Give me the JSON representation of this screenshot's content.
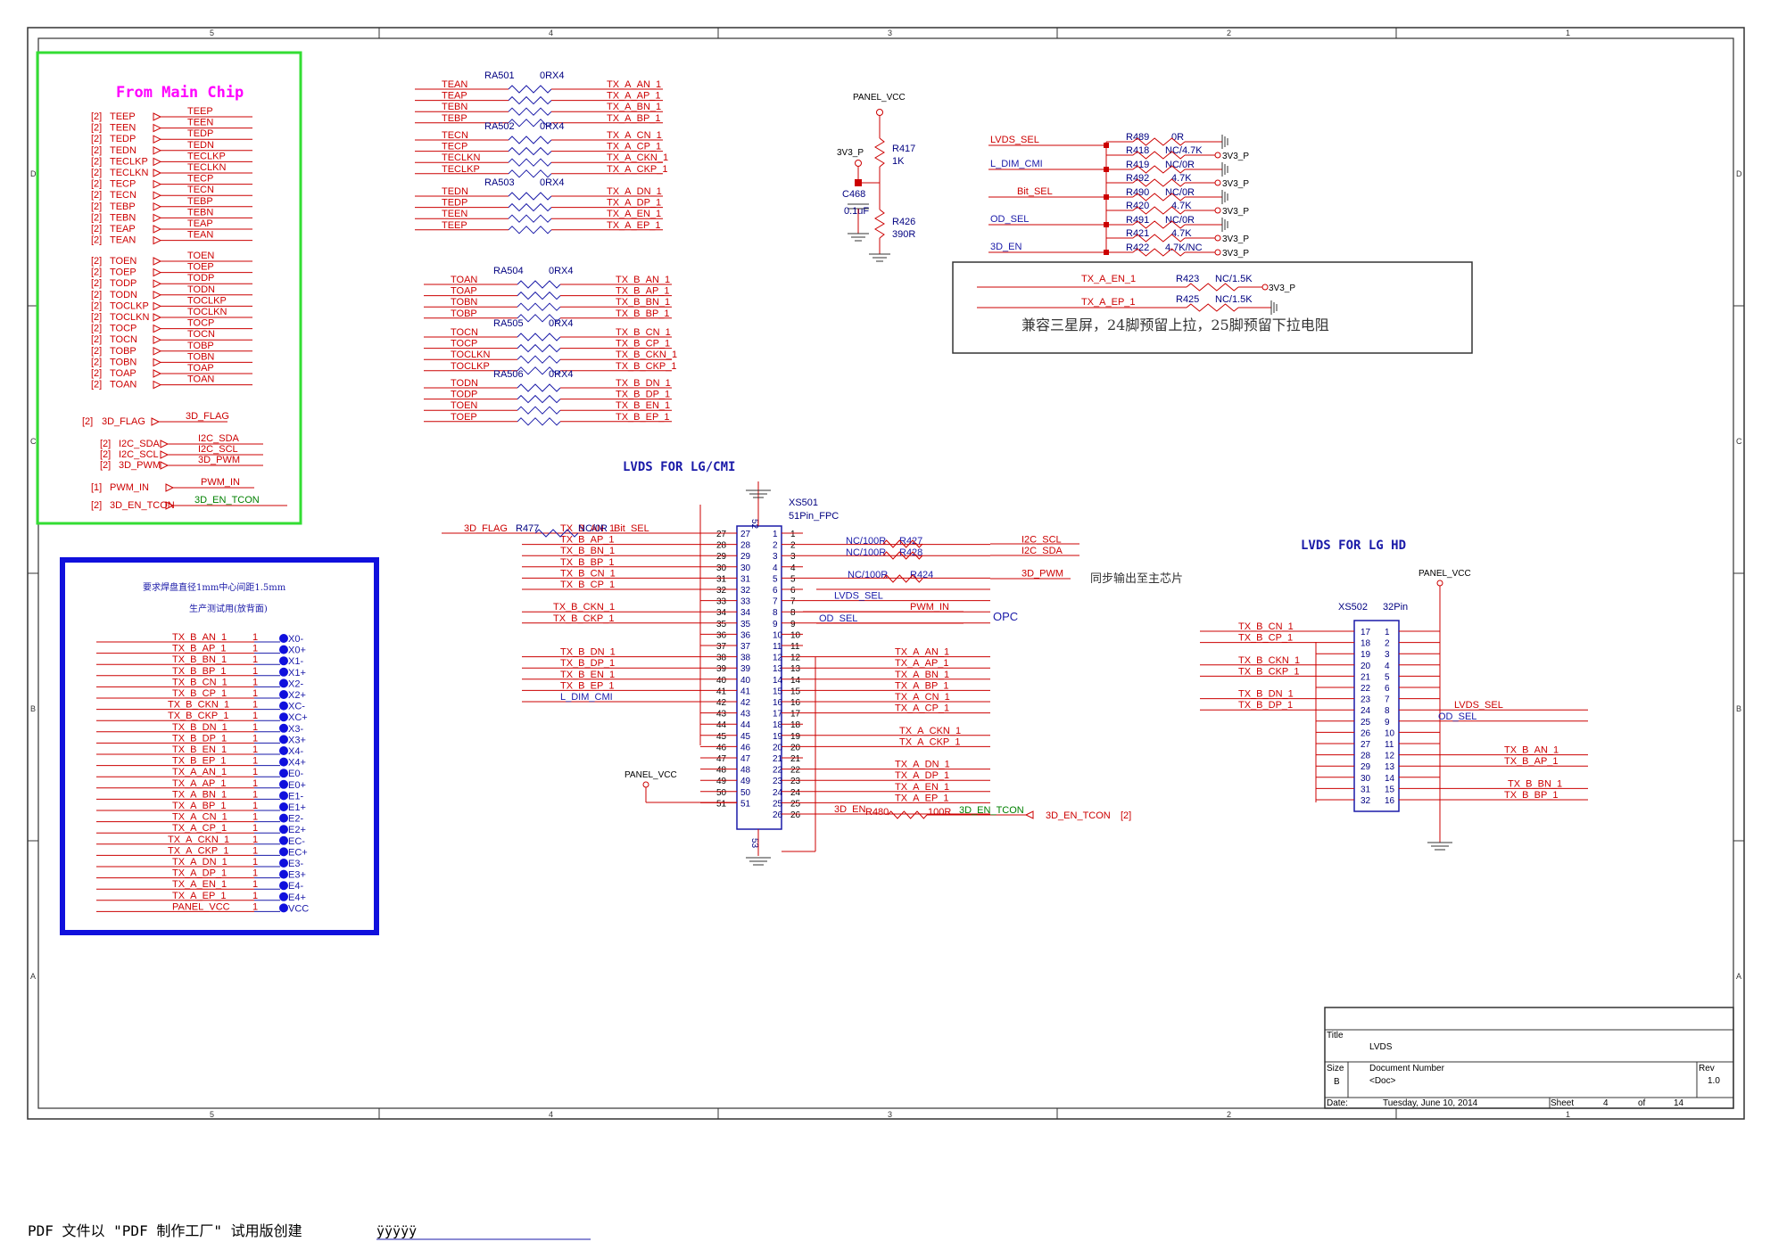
{
  "border": {
    "top_numbers": [
      "5",
      "4",
      "3",
      "2",
      "1"
    ],
    "bottom_numbers": [
      "5",
      "4",
      "3",
      "2",
      "1"
    ],
    "side_letters": [
      "D",
      "C",
      "B",
      "A"
    ]
  },
  "main_chip": {
    "title": "From Main Chip",
    "inputs": [
      {
        "tag": "[2]",
        "name": "TEEP",
        "out": "TEEP"
      },
      {
        "tag": "[2]",
        "name": "TEEN",
        "out": "TEEN"
      },
      {
        "tag": "[2]",
        "name": "TEDP",
        "out": "TEDP"
      },
      {
        "tag": "[2]",
        "name": "TEDN",
        "out": "TEDN"
      },
      {
        "tag": "[2]",
        "name": "TECLKP",
        "out": "TECLKP"
      },
      {
        "tag": "[2]",
        "name": "TECLKN",
        "out": "TECLKN"
      },
      {
        "tag": "[2]",
        "name": "TECP",
        "out": "TECP"
      },
      {
        "tag": "[2]",
        "name": "TECN",
        "out": "TECN"
      },
      {
        "tag": "[2]",
        "name": "TEBP",
        "out": "TEBP"
      },
      {
        "tag": "[2]",
        "name": "TEBN",
        "out": "TEBN"
      },
      {
        "tag": "[2]",
        "name": "TEAP",
        "out": "TEAP"
      },
      {
        "tag": "[2]",
        "name": "TEAN",
        "out": "TEAN"
      },
      {
        "tag": "[2]",
        "name": "TOEN",
        "out": "TOEN"
      },
      {
        "tag": "[2]",
        "name": "TOEP",
        "out": "TOEP"
      },
      {
        "tag": "[2]",
        "name": "TODP",
        "out": "TODP"
      },
      {
        "tag": "[2]",
        "name": "TODN",
        "out": "TODN"
      },
      {
        "tag": "[2]",
        "name": "TOCLKP",
        "out": "TOCLKP"
      },
      {
        "tag": "[2]",
        "name": "TOCLKN",
        "out": "TOCLKN"
      },
      {
        "tag": "[2]",
        "name": "TOCP",
        "out": "TOCP"
      },
      {
        "tag": "[2]",
        "name": "TOCN",
        "out": "TOCN"
      },
      {
        "tag": "[2]",
        "name": "TOBP",
        "out": "TOBP"
      },
      {
        "tag": "[2]",
        "name": "TOBN",
        "out": "TOBN"
      },
      {
        "tag": "[2]",
        "name": "TOAP",
        "out": "TOAP"
      },
      {
        "tag": "[2]",
        "name": "TOAN",
        "out": "TOAN"
      }
    ],
    "misc": [
      {
        "tag": "[2]",
        "name": "3D_FLAG",
        "out": "3D_FLAG"
      },
      {
        "tag": "[2]",
        "name": "I2C_SDA",
        "out": "I2C_SDA"
      },
      {
        "tag": "[2]",
        "name": "I2C_SCL",
        "out": "I2C_SCL"
      },
      {
        "tag": "[2]",
        "name": "3D_PWM",
        "out": "3D_PWM"
      },
      {
        "tag": "[1]",
        "name": "PWM_IN",
        "out": "PWM_IN"
      },
      {
        "tag": "[2]",
        "name": "3D_EN_TCON",
        "out": "3D_EN_TCON"
      }
    ]
  },
  "test_box": {
    "note1": "要求焊盘直径1mm中心间距1.5mm",
    "note2": "生产测试用(放背面)",
    "pins": [
      {
        "net": "TX_B_AN_1",
        "num": "1",
        "tp": "X0-"
      },
      {
        "net": "TX_B_AP_1",
        "num": "1",
        "tp": "X0+"
      },
      {
        "net": "TX_B_BN_1",
        "num": "1",
        "tp": "X1-"
      },
      {
        "net": "TX_B_BP_1",
        "num": "1",
        "tp": "X1+"
      },
      {
        "net": "TX_B_CN_1",
        "num": "1",
        "tp": "X2-"
      },
      {
        "net": "TX_B_CP_1",
        "num": "1",
        "tp": "X2+"
      },
      {
        "net": "TX_B_CKN_1",
        "num": "1",
        "tp": "XC-"
      },
      {
        "net": "TX_B_CKP_1",
        "num": "1",
        "tp": "XC+"
      },
      {
        "net": "TX_B_DN_1",
        "num": "1",
        "tp": "X3-"
      },
      {
        "net": "TX_B_DP_1",
        "num": "1",
        "tp": "X3+"
      },
      {
        "net": "TX_B_EN_1",
        "num": "1",
        "tp": "X4-"
      },
      {
        "net": "TX_B_EP_1",
        "num": "1",
        "tp": "X4+"
      },
      {
        "net": "TX_A_AN_1",
        "num": "1",
        "tp": "E0-"
      },
      {
        "net": "TX_A_AP_1",
        "num": "1",
        "tp": "E0+"
      },
      {
        "net": "TX_A_BN_1",
        "num": "1",
        "tp": "E1-"
      },
      {
        "net": "TX_A_BP_1",
        "num": "1",
        "tp": "E1+"
      },
      {
        "net": "TX_A_CN_1",
        "num": "1",
        "tp": "E2-"
      },
      {
        "net": "TX_A_CP_1",
        "num": "1",
        "tp": "E2+"
      },
      {
        "net": "TX_A_CKN_1",
        "num": "1",
        "tp": "EC-"
      },
      {
        "net": "TX_A_CKP_1",
        "num": "1",
        "tp": "EC+"
      },
      {
        "net": "TX_A_DN_1",
        "num": "1",
        "tp": "E3-"
      },
      {
        "net": "TX_A_DP_1",
        "num": "1",
        "tp": "E3+"
      },
      {
        "net": "TX_A_EN_1",
        "num": "1",
        "tp": "E4-"
      },
      {
        "net": "TX_A_EP_1",
        "num": "1",
        "tp": "E4+"
      },
      {
        "net": "PANEL_VCC",
        "num": "1",
        "tp": "VCC"
      }
    ]
  },
  "res_arrays": [
    {
      "ref": "RA501",
      "val": "0RX4",
      "left": [
        "TEAN",
        "TEAP",
        "TEBN",
        "TEBP"
      ],
      "right": [
        "TX_A_AN_1",
        "TX_A_AP_1",
        "TX_A_BN_1",
        "TX_A_BP_1"
      ]
    },
    {
      "ref": "RA502",
      "val": "0RX4",
      "left": [
        "TECN",
        "TECP",
        "TECLKN",
        "TECLKP"
      ],
      "right": [
        "TX_A_CN_1",
        "TX_A_CP_1",
        "TX_A_CKN_1",
        "TX_A_CKP_1"
      ]
    },
    {
      "ref": "RA503",
      "val": "0RX4",
      "left": [
        "TEDN",
        "TEDP",
        "TEEN",
        "TEEP"
      ],
      "right": [
        "TX_A_DN_1",
        "TX_A_DP_1",
        "TX_A_EN_1",
        "TX_A_EP_1"
      ]
    },
    {
      "ref": "RA504",
      "val": "0RX4",
      "left": [
        "TOAN",
        "TOAP",
        "TOBN",
        "TOBP"
      ],
      "right": [
        "TX_B_AN_1",
        "TX_B_AP_1",
        "TX_B_BN_1",
        "TX_B_BP_1"
      ]
    },
    {
      "ref": "RA505",
      "val": "0RX4",
      "left": [
        "TOCN",
        "TOCP",
        "TOCLKN",
        "TOCLKP"
      ],
      "right": [
        "TX_B_CN_1",
        "TX_B_CP_1",
        "TX_B_CKN_1",
        "TX_B_CKP_1"
      ]
    },
    {
      "ref": "RA506",
      "val": "0RX4",
      "left": [
        "TODN",
        "TODP",
        "TOEN",
        "TOEP"
      ],
      "right": [
        "TX_B_DN_1",
        "TX_B_DP_1",
        "TX_B_EN_1",
        "TX_B_EP_1"
      ]
    }
  ],
  "panel_power": {
    "net": "PANEL_VCC",
    "v3": "3V3_P",
    "r417": "R417",
    "r417_val": "1K",
    "c468": "C468",
    "c468_val": "0.1uF",
    "r426": "R426",
    "r426_val": "390R"
  },
  "options": {
    "signals": [
      "LVDS_SEL",
      "L_DIM_CMI",
      "Bit_SEL",
      "OD_SEL",
      "3D_EN"
    ],
    "resistors": [
      {
        "ref": "R489",
        "val": "0R"
      },
      {
        "ref": "R418",
        "val": "NC/4.7K"
      },
      {
        "ref": "R419",
        "val": "NC/0R"
      },
      {
        "ref": "R492",
        "val": "4.7K"
      },
      {
        "ref": "R490",
        "val": "NC/0R"
      },
      {
        "ref": "R420",
        "val": "4.7K"
      },
      {
        "ref": "R491",
        "val": "NC/0R"
      },
      {
        "ref": "R421",
        "val": "4.7K"
      },
      {
        "ref": "R422",
        "val": "4.7K/NC"
      }
    ],
    "rail": "3V3_P"
  },
  "compat": {
    "en_net": "TX_A_EN_1",
    "ep_net": "TX_A_EP_1",
    "r423": "R423",
    "r423_val": "NC/1.5K",
    "r425": "R425",
    "r425_val": "NC/1.5K",
    "rail": "3V3_P",
    "note": "兼容三星屏，24脚预留上拉，25脚预留下拉电阻"
  },
  "lvds_cmi": {
    "title": "LVDS FOR LG/CMI",
    "ref": "XS501",
    "part": "51Pin_FPC",
    "top_pin": "52",
    "bottom_pin": "53",
    "left_nets": [
      "",
      "TX_B_AN_1",
      "TX_B_AP_1",
      "TX_B_BN_1",
      "TX_B_BP_1",
      "TX_B_CN_1",
      "TX_B_CP_1",
      "",
      "TX_B_CKN_1",
      "TX_B_CKP_1",
      "",
      "",
      "TX_B_DN_1",
      "TX_B_DP_1",
      "TX_B_EN_1",
      "TX_B_EP_1",
      "L_DIM_CMI",
      "",
      "",
      "",
      "",
      "",
      "",
      "",
      "",
      ""
    ],
    "left_pins": [
      "27",
      "28",
      "29",
      "30",
      "31",
      "32",
      "33",
      "34",
      "35",
      "36",
      "37",
      "38",
      "39",
      "40",
      "41",
      "42",
      "43",
      "44",
      "45",
      "46",
      "47",
      "48",
      "49",
      "50",
      "51"
    ],
    "right_pins": [
      "1",
      "2",
      "3",
      "4",
      "5",
      "6",
      "7",
      "8",
      "9",
      "10",
      "11",
      "12",
      "13",
      "14",
      "15",
      "16",
      "17",
      "18",
      "19",
      "20",
      "21",
      "22",
      "23",
      "24",
      "25",
      "26"
    ],
    "right_nets": [
      "",
      "I2C_SCL",
      "I2C_SDA",
      "",
      "3D_PWM",
      "",
      "LVDS_SEL",
      "PWM_IN",
      "OD_SEL",
      "",
      "",
      "TX_A_AN_1",
      "TX_A_AP_1",
      "TX_A_BN_1",
      "TX_A_BP_1",
      "TX_A_CN_1",
      "TX_A_CP_1",
      "",
      "TX_A_CKN_1",
      "TX_A_CKP_1",
      "",
      "TX_A_DN_1",
      "TX_A_DP_1",
      "TX_A_EN_1",
      "TX_A_EP_1",
      "3D_EN"
    ],
    "r477": "R477",
    "r477_val": "NC/0R",
    "flag": "3D_FLAG",
    "bitsel": "Bit_SEL",
    "r427": "R427",
    "r427_val": "NC/100R",
    "r428": "R428",
    "r428_val": "NC/100R",
    "r424": "R424",
    "r424_val": "NC/100R",
    "r480": "R480",
    "r480_val": "100R",
    "en_tcon": "3D_EN_TCON",
    "en_tcon_tag": "[2]",
    "panel_vcc": "PANEL_VCC",
    "sync_note": "同步输出至主芯片",
    "opc": "OPC"
  },
  "lvds_hd": {
    "title": "LVDS FOR LG HD",
    "ref": "XS502",
    "part": "32Pin",
    "panel_vcc": "PANEL_VCC",
    "left_pins": [
      "17",
      "18",
      "19",
      "20",
      "21",
      "22",
      "23",
      "24",
      "25",
      "26",
      "27",
      "28",
      "29",
      "30",
      "31",
      "32"
    ],
    "right_pins": [
      "1",
      "2",
      "3",
      "4",
      "5",
      "6",
      "7",
      "8",
      "9",
      "10",
      "11",
      "12",
      "13",
      "14",
      "15",
      "16"
    ],
    "left_nets": [
      "TX_B_CN_1",
      "TX_B_CP_1",
      "",
      "TX_B_CKN_1",
      "TX_B_CKP_1",
      "",
      "TX_B_DN_1",
      "TX_B_DP_1"
    ],
    "right_nets": [
      "LVDS_SEL",
      "OD_SEL",
      "TX_B_AN_1",
      "TX_B_AP_1",
      "TX_B_BN_1",
      "TX_B_BP_1"
    ]
  },
  "title_block": {
    "title_label": "Title",
    "title": "LVDS",
    "size_label": "Size",
    "size": "B",
    "doc_label": "Document Number",
    "doc": "<Doc>",
    "rev_label": "Rev",
    "rev": "1.0",
    "date_label": "Date:",
    "date": "Tuesday, June 10, 2014",
    "sheet_label": "Sheet",
    "sheet": "4",
    "of_label": "of",
    "of": "14"
  },
  "footer": {
    "text": "PDF 文件以 \"PDF 制作工厂\" 试用版创建",
    "link": "ÿÿÿÿÿ"
  },
  "colors": {
    "net_red": "#cc0000",
    "net_blue": "#1a1aa8",
    "net_green": "#008000",
    "green_box": "#33dd33",
    "blue_box": "#1010dd",
    "title_magenta": "#ff00ff"
  }
}
